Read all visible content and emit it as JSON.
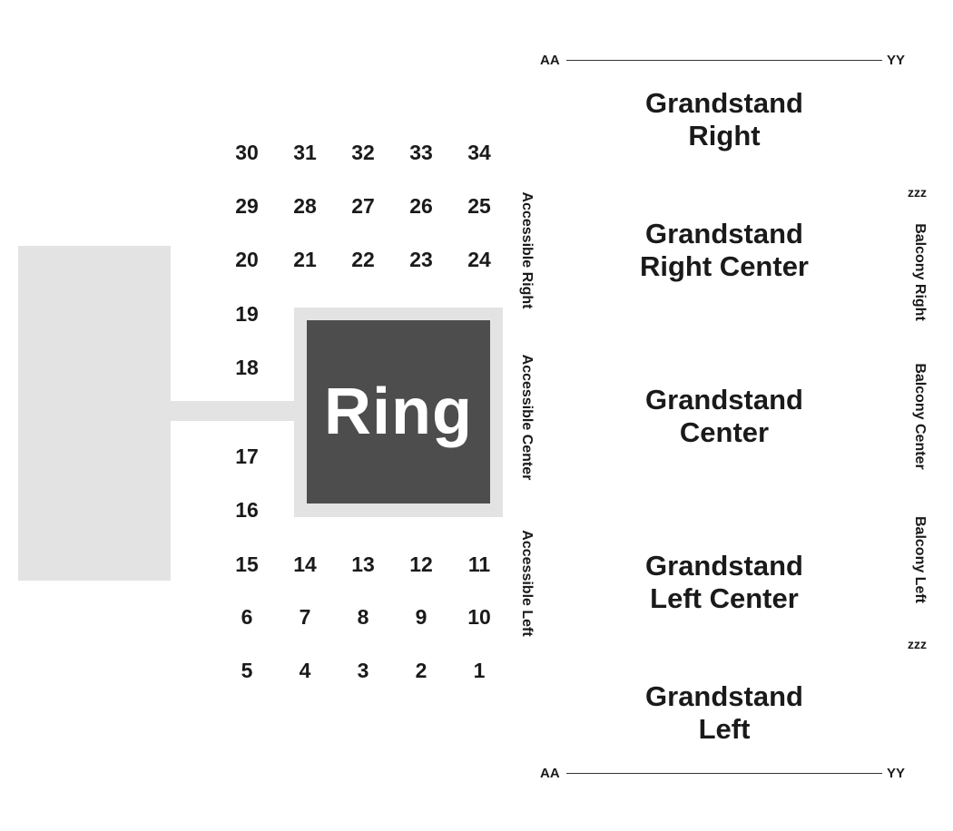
{
  "ring": {
    "label": "Ring"
  },
  "floor_sections": [
    "30",
    "31",
    "32",
    "33",
    "34",
    "29",
    "28",
    "27",
    "26",
    "25",
    "20",
    "21",
    "22",
    "23",
    "24",
    "19",
    "18",
    "17",
    "16",
    "15",
    "14",
    "13",
    "12",
    "11",
    "6",
    "7",
    "8",
    "9",
    "10",
    "5",
    "4",
    "3",
    "2",
    "1"
  ],
  "accessible": {
    "right": "Accessible Right",
    "center": "Accessible Center",
    "left": "Accessible Left"
  },
  "grandstand": {
    "right": [
      "Grandstand",
      "Right"
    ],
    "right_center": [
      "Grandstand",
      "Right Center"
    ],
    "center": [
      "Grandstand",
      "Center"
    ],
    "left_center": [
      "Grandstand",
      "Left Center"
    ],
    "left": [
      "Grandstand",
      "Left"
    ]
  },
  "balcony": {
    "right": "Balcony Right",
    "center": "Balcony Center",
    "left": "Balcony Left"
  },
  "row_markers": {
    "start": "AA",
    "end": "YY",
    "balcony_end": "zzz"
  }
}
